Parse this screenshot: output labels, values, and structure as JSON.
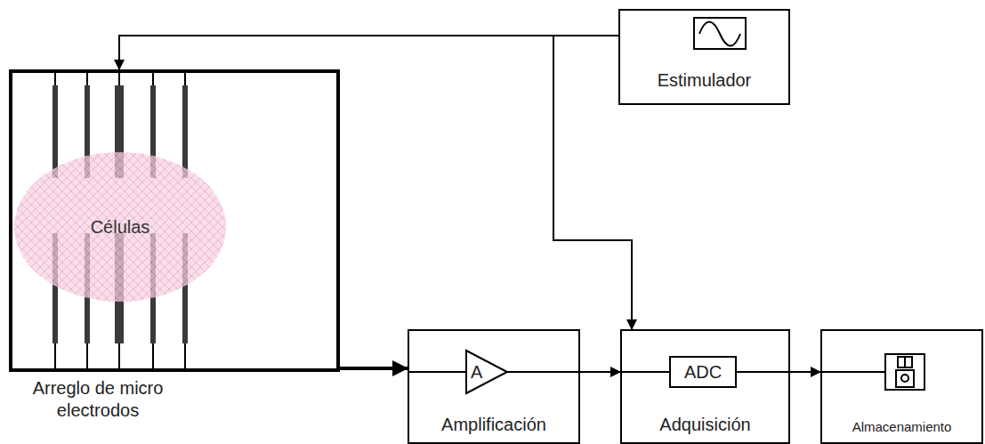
{
  "diagram": {
    "nodes": [
      {
        "text": [
          "Arreglo de micro electrodos"
        ]
      },
      {
        "text": [
          "Células"
        ],
        "in": 0
      },
      {
        "text": [
          "Estimulador"
        ]
      },
      {
        "text": [
          "Amplificación"
        ]
      },
      {
        "text": [
          "A"
        ],
        "in": 3
      },
      {
        "text": [
          "Adquisición"
        ]
      },
      {
        "text": [
          "ADC"
        ],
        "in": 5
      },
      {
        "text": [
          "Almacenamiento"
        ]
      }
    ],
    "edges": [
      {
        "from": 2,
        "to": 0,
        "arrow": "to"
      },
      {
        "from": 2,
        "to": 5,
        "arrow": "to"
      },
      {
        "from": 0,
        "to": 3,
        "arrow": "to"
      },
      {
        "from": 3,
        "to": 5,
        "arrow": "to"
      },
      {
        "from": 5,
        "to": 7,
        "arrow": "to"
      }
    ]
  }
}
